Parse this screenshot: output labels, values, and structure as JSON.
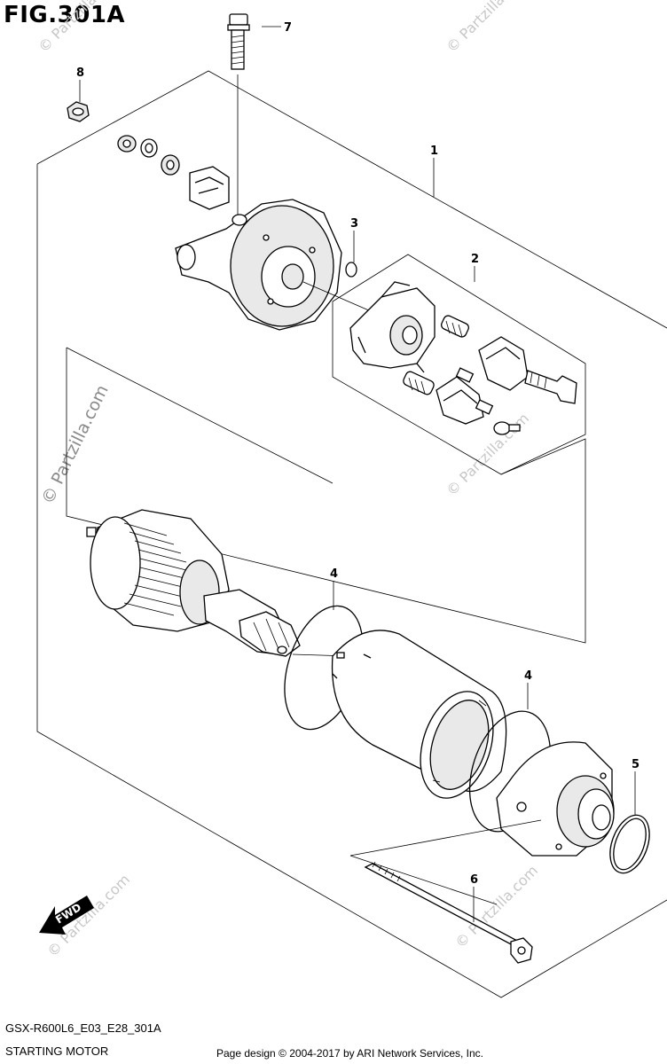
{
  "figure": {
    "title": "FIG.301A",
    "code": "GSX-R600L6_E03_E28_301A",
    "name": "STARTING MOTOR",
    "copyright": "Page design © 2004-2017 by ARI Network Services, Inc."
  },
  "callouts": [
    "1",
    "2",
    "3",
    "4",
    "4",
    "5",
    "6",
    "7",
    "8"
  ],
  "direction_label": "FWD",
  "watermark": "© Partzilla.com",
  "colors": {
    "line": "#000000",
    "watermark": "#c7c7c7",
    "background": "#ffffff"
  }
}
